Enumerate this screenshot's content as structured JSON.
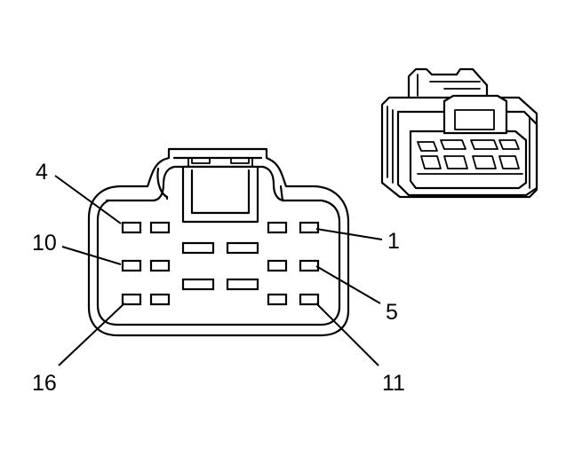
{
  "diagram": {
    "type": "connector-face-view",
    "line_color": "#000000",
    "background_color": "#ffffff",
    "pin_labels": {
      "pin_4": "4",
      "pin_10": "10",
      "pin_16": "16",
      "pin_1": "1",
      "pin_5": "5",
      "pin_11": "11"
    }
  }
}
